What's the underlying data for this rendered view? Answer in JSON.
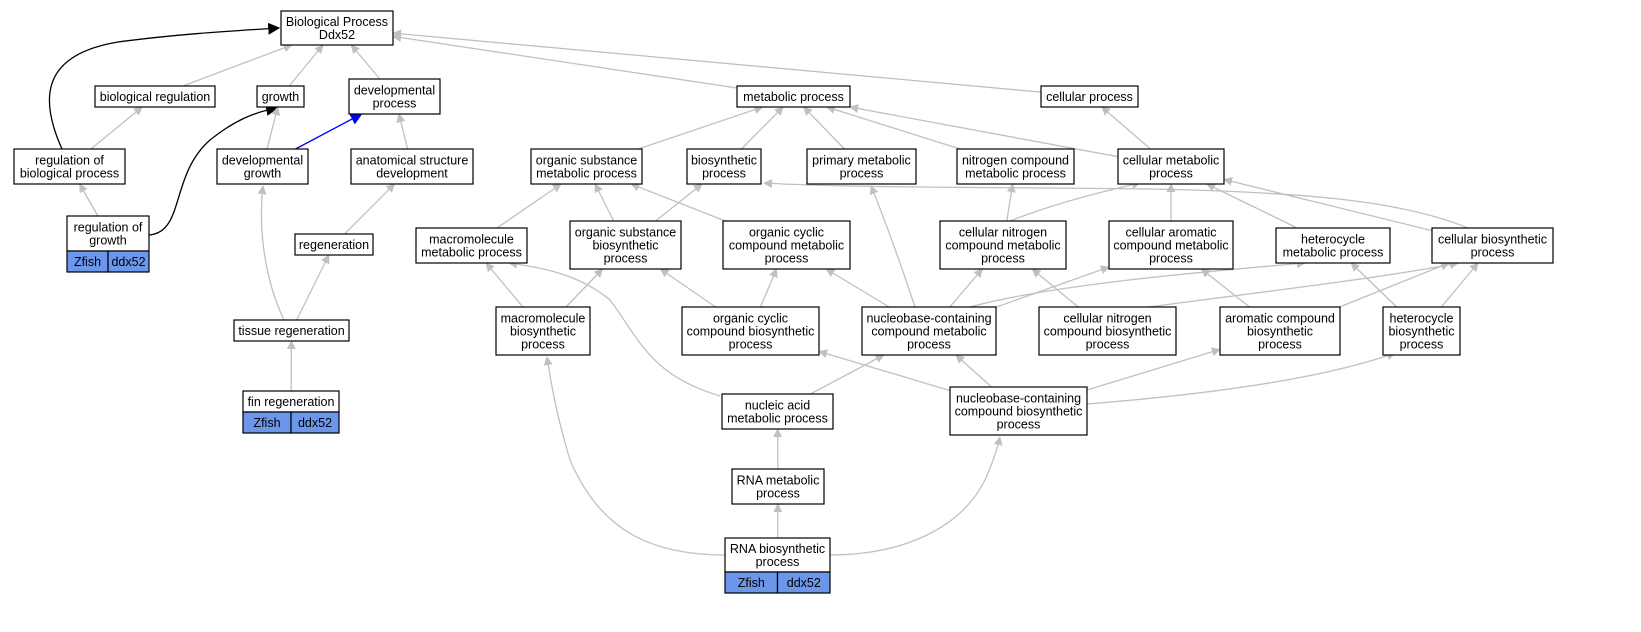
{
  "graph": {
    "colors": {
      "is_a": "#c0c0c0",
      "regulates": "#000000",
      "part_of": "#0000ff",
      "annotation_fill": "#6b96ea"
    },
    "nodes": [
      {
        "id": "root",
        "lines": [
          "Biological Process",
          "Ddx52"
        ]
      },
      {
        "id": "biological-regulation",
        "lines": [
          "biological regulation"
        ]
      },
      {
        "id": "growth",
        "lines": [
          "growth"
        ]
      },
      {
        "id": "developmental-process",
        "lines": [
          "developmental",
          "process"
        ]
      },
      {
        "id": "metabolic-process",
        "lines": [
          "metabolic process"
        ]
      },
      {
        "id": "cellular-process",
        "lines": [
          "cellular process"
        ]
      },
      {
        "id": "regulation-of-biological-process",
        "lines": [
          "regulation of",
          "biological process"
        ]
      },
      {
        "id": "developmental-growth",
        "lines": [
          "developmental",
          "growth"
        ]
      },
      {
        "id": "anatomical-structure-development",
        "lines": [
          "anatomical structure",
          "development"
        ]
      },
      {
        "id": "organic-substance-metabolic-process",
        "lines": [
          "organic substance",
          "metabolic process"
        ]
      },
      {
        "id": "biosynthetic-process",
        "lines": [
          "biosynthetic",
          "process"
        ]
      },
      {
        "id": "primary-metabolic-process",
        "lines": [
          "primary metabolic",
          "process"
        ]
      },
      {
        "id": "nitrogen-compound-metabolic-process",
        "lines": [
          "nitrogen compound",
          "metabolic process"
        ]
      },
      {
        "id": "cellular-metabolic-process",
        "lines": [
          "cellular metabolic",
          "process"
        ]
      },
      {
        "id": "regulation-of-growth",
        "lines": [
          "regulation of",
          "growth"
        ],
        "annotation": [
          "Zfish",
          "ddx52"
        ]
      },
      {
        "id": "regeneration",
        "lines": [
          "regeneration"
        ]
      },
      {
        "id": "macromolecule-metabolic-process",
        "lines": [
          "macromolecule",
          "metabolic process"
        ]
      },
      {
        "id": "organic-substance-biosynthetic-process",
        "lines": [
          "organic substance",
          "biosynthetic",
          "process"
        ]
      },
      {
        "id": "organic-cyclic-compound-metabolic-process",
        "lines": [
          "organic cyclic",
          "compound metabolic",
          "process"
        ]
      },
      {
        "id": "cellular-nitrogen-compound-metabolic-process",
        "lines": [
          "cellular nitrogen",
          "compound metabolic",
          "process"
        ]
      },
      {
        "id": "cellular-aromatic-compound-metabolic-process",
        "lines": [
          "cellular aromatic",
          "compound metabolic",
          "process"
        ]
      },
      {
        "id": "heterocycle-metabolic-process",
        "lines": [
          "heterocycle",
          "metabolic process"
        ]
      },
      {
        "id": "cellular-biosynthetic-process",
        "lines": [
          "cellular biosynthetic",
          "process"
        ]
      },
      {
        "id": "tissue-regeneration",
        "lines": [
          "tissue regeneration"
        ]
      },
      {
        "id": "macromolecule-biosynthetic-process",
        "lines": [
          "macromolecule",
          "biosynthetic",
          "process"
        ]
      },
      {
        "id": "organic-cyclic-compound-biosynthetic-process",
        "lines": [
          "organic cyclic",
          "compound biosynthetic",
          "process"
        ]
      },
      {
        "id": "nucleobase-containing-compound-metabolic-process",
        "lines": [
          "nucleobase-containing",
          "compound metabolic",
          "process"
        ]
      },
      {
        "id": "cellular-nitrogen-compound-biosynthetic-process",
        "lines": [
          "cellular nitrogen",
          "compound biosynthetic",
          "process"
        ]
      },
      {
        "id": "aromatic-compound-biosynthetic-process",
        "lines": [
          "aromatic compound",
          "biosynthetic",
          "process"
        ]
      },
      {
        "id": "heterocycle-biosynthetic-process",
        "lines": [
          "heterocycle",
          "biosynthetic",
          "process"
        ]
      },
      {
        "id": "fin-regeneration",
        "lines": [
          "fin regeneration"
        ],
        "annotation": [
          "Zfish",
          "ddx52"
        ]
      },
      {
        "id": "nucleic-acid-metabolic-process",
        "lines": [
          "nucleic acid",
          "metabolic process"
        ]
      },
      {
        "id": "nucleobase-containing-compound-biosynthetic-process",
        "lines": [
          "nucleobase-containing",
          "compound biosynthetic",
          "process"
        ]
      },
      {
        "id": "rna-metabolic-process",
        "lines": [
          "RNA metabolic",
          "process"
        ]
      },
      {
        "id": "rna-biosynthetic-process",
        "lines": [
          "RNA biosynthetic",
          "process"
        ],
        "annotation": [
          "Zfish",
          "ddx52"
        ]
      }
    ],
    "edges": [
      {
        "from": "biological-regulation",
        "to": "root",
        "type": "is_a"
      },
      {
        "from": "growth",
        "to": "root",
        "type": "is_a"
      },
      {
        "from": "developmental-process",
        "to": "root",
        "type": "is_a"
      },
      {
        "from": "metabolic-process",
        "to": "root",
        "type": "is_a"
      },
      {
        "from": "cellular-process",
        "to": "root",
        "type": "is_a"
      },
      {
        "from": "regulation-of-biological-process",
        "to": "root",
        "type": "regulates"
      },
      {
        "from": "regulation-of-biological-process",
        "to": "biological-regulation",
        "type": "is_a"
      },
      {
        "from": "regulation-of-growth",
        "to": "regulation-of-biological-process",
        "type": "is_a"
      },
      {
        "from": "regulation-of-growth",
        "to": "growth",
        "type": "regulates"
      },
      {
        "from": "developmental-growth",
        "to": "growth",
        "type": "is_a"
      },
      {
        "from": "developmental-growth",
        "to": "developmental-process",
        "type": "part_of"
      },
      {
        "from": "anatomical-structure-development",
        "to": "developmental-process",
        "type": "is_a"
      },
      {
        "from": "regeneration",
        "to": "anatomical-structure-development",
        "type": "is_a"
      },
      {
        "from": "tissue-regeneration",
        "to": "developmental-growth",
        "type": "is_a"
      },
      {
        "from": "tissue-regeneration",
        "to": "regeneration",
        "type": "is_a"
      },
      {
        "from": "fin-regeneration",
        "to": "tissue-regeneration",
        "type": "is_a"
      },
      {
        "from": "organic-substance-metabolic-process",
        "to": "metabolic-process",
        "type": "is_a"
      },
      {
        "from": "biosynthetic-process",
        "to": "metabolic-process",
        "type": "is_a"
      },
      {
        "from": "primary-metabolic-process",
        "to": "metabolic-process",
        "type": "is_a"
      },
      {
        "from": "nitrogen-compound-metabolic-process",
        "to": "metabolic-process",
        "type": "is_a"
      },
      {
        "from": "cellular-metabolic-process",
        "to": "metabolic-process",
        "type": "is_a"
      },
      {
        "from": "cellular-metabolic-process",
        "to": "cellular-process",
        "type": "is_a"
      },
      {
        "from": "macromolecule-metabolic-process",
        "to": "organic-substance-metabolic-process",
        "type": "is_a"
      },
      {
        "from": "organic-substance-biosynthetic-process",
        "to": "organic-substance-metabolic-process",
        "type": "is_a"
      },
      {
        "from": "organic-substance-biosynthetic-process",
        "to": "biosynthetic-process",
        "type": "is_a"
      },
      {
        "from": "organic-cyclic-compound-metabolic-process",
        "to": "organic-substance-metabolic-process",
        "type": "is_a"
      },
      {
        "from": "cellular-nitrogen-compound-metabolic-process",
        "to": "nitrogen-compound-metabolic-process",
        "type": "is_a"
      },
      {
        "from": "cellular-nitrogen-compound-metabolic-process",
        "to": "cellular-metabolic-process",
        "type": "is_a"
      },
      {
        "from": "cellular-aromatic-compound-metabolic-process",
        "to": "cellular-metabolic-process",
        "type": "is_a"
      },
      {
        "from": "heterocycle-metabolic-process",
        "to": "cellular-metabolic-process",
        "type": "is_a"
      },
      {
        "from": "cellular-biosynthetic-process",
        "to": "cellular-metabolic-process",
        "type": "is_a"
      },
      {
        "from": "cellular-biosynthetic-process",
        "to": "biosynthetic-process",
        "type": "is_a"
      },
      {
        "from": "macromolecule-biosynthetic-process",
        "to": "macromolecule-metabolic-process",
        "type": "is_a"
      },
      {
        "from": "macromolecule-biosynthetic-process",
        "to": "organic-substance-biosynthetic-process",
        "type": "is_a"
      },
      {
        "from": "organic-cyclic-compound-biosynthetic-process",
        "to": "organic-substance-biosynthetic-process",
        "type": "is_a"
      },
      {
        "from": "organic-cyclic-compound-biosynthetic-process",
        "to": "organic-cyclic-compound-metabolic-process",
        "type": "is_a"
      },
      {
        "from": "nucleobase-containing-compound-metabolic-process",
        "to": "primary-metabolic-process",
        "type": "is_a"
      },
      {
        "from": "nucleobase-containing-compound-metabolic-process",
        "to": "organic-cyclic-compound-metabolic-process",
        "type": "is_a"
      },
      {
        "from": "nucleobase-containing-compound-metabolic-process",
        "to": "cellular-nitrogen-compound-metabolic-process",
        "type": "is_a"
      },
      {
        "from": "nucleobase-containing-compound-metabolic-process",
        "to": "cellular-aromatic-compound-metabolic-process",
        "type": "is_a"
      },
      {
        "from": "nucleobase-containing-compound-metabolic-process",
        "to": "heterocycle-metabolic-process",
        "type": "is_a"
      },
      {
        "from": "cellular-nitrogen-compound-biosynthetic-process",
        "to": "cellular-nitrogen-compound-metabolic-process",
        "type": "is_a"
      },
      {
        "from": "cellular-nitrogen-compound-biosynthetic-process",
        "to": "cellular-biosynthetic-process",
        "type": "is_a"
      },
      {
        "from": "aromatic-compound-biosynthetic-process",
        "to": "cellular-aromatic-compound-metabolic-process",
        "type": "is_a"
      },
      {
        "from": "aromatic-compound-biosynthetic-process",
        "to": "cellular-biosynthetic-process",
        "type": "is_a"
      },
      {
        "from": "heterocycle-biosynthetic-process",
        "to": "heterocycle-metabolic-process",
        "type": "is_a"
      },
      {
        "from": "heterocycle-biosynthetic-process",
        "to": "cellular-biosynthetic-process",
        "type": "is_a"
      },
      {
        "from": "nucleic-acid-metabolic-process",
        "to": "macromolecule-metabolic-process",
        "type": "is_a"
      },
      {
        "from": "nucleic-acid-metabolic-process",
        "to": "nucleobase-containing-compound-metabolic-process",
        "type": "is_a"
      },
      {
        "from": "nucleobase-containing-compound-biosynthetic-process",
        "to": "organic-cyclic-compound-biosynthetic-process",
        "type": "is_a"
      },
      {
        "from": "nucleobase-containing-compound-biosynthetic-process",
        "to": "nucleobase-containing-compound-metabolic-process",
        "type": "is_a"
      },
      {
        "from": "nucleobase-containing-compound-biosynthetic-process",
        "to": "aromatic-compound-biosynthetic-process",
        "type": "is_a"
      },
      {
        "from": "nucleobase-containing-compound-biosynthetic-process",
        "to": "heterocycle-biosynthetic-process",
        "type": "is_a"
      },
      {
        "from": "rna-metabolic-process",
        "to": "nucleic-acid-metabolic-process",
        "type": "is_a"
      },
      {
        "from": "rna-biosynthetic-process",
        "to": "rna-metabolic-process",
        "type": "is_a"
      },
      {
        "from": "rna-biosynthetic-process",
        "to": "macromolecule-biosynthetic-process",
        "type": "is_a"
      },
      {
        "from": "rna-biosynthetic-process",
        "to": "nucleobase-containing-compound-biosynthetic-process",
        "type": "is_a"
      }
    ]
  }
}
